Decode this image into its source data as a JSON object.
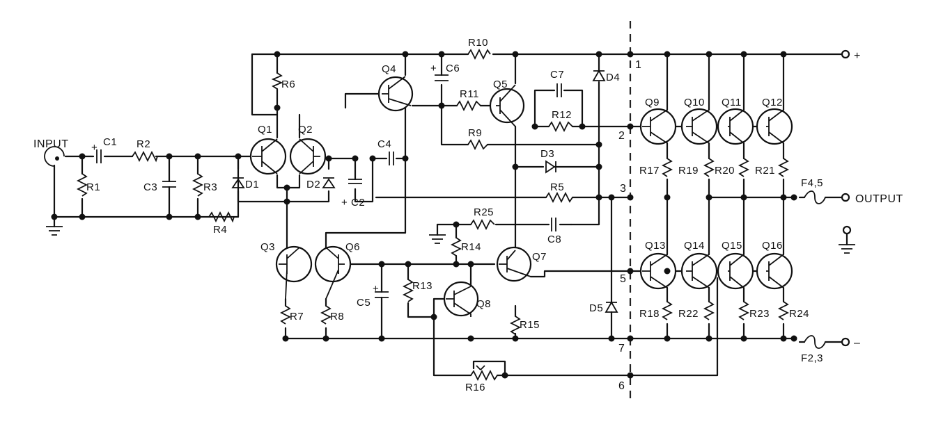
{
  "terminals": {
    "input": "INPUT",
    "plus": "+",
    "minus": "–",
    "output": "OUTPUT"
  },
  "resistors": [
    "R1",
    "R2",
    "R3",
    "R4",
    "R5",
    "R6",
    "R7",
    "R8",
    "R9",
    "R10",
    "R11",
    "R12",
    "R13",
    "R14",
    "R15",
    "R16",
    "R17",
    "R18",
    "R19",
    "R20",
    "R21",
    "R22",
    "R23",
    "R24",
    "R25"
  ],
  "capacitors": [
    "C1",
    "C2",
    "C3",
    "C4",
    "C5",
    "C6",
    "C7",
    "C8"
  ],
  "polarity_marks": [
    "+",
    "+",
    "+",
    "+"
  ],
  "transistors": [
    "Q1",
    "Q2",
    "Q3",
    "Q4",
    "Q5",
    "Q6",
    "Q7",
    "Q8",
    "Q9",
    "Q10",
    "Q11",
    "Q12",
    "Q13",
    "Q14",
    "Q15",
    "Q16"
  ],
  "diodes": [
    "D1",
    "D2",
    "D3",
    "D4",
    "D5"
  ],
  "fuses": [
    "F4,5",
    "F2,3"
  ],
  "connection_points": [
    "1",
    "2",
    "3",
    "5",
    "7",
    "6"
  ]
}
